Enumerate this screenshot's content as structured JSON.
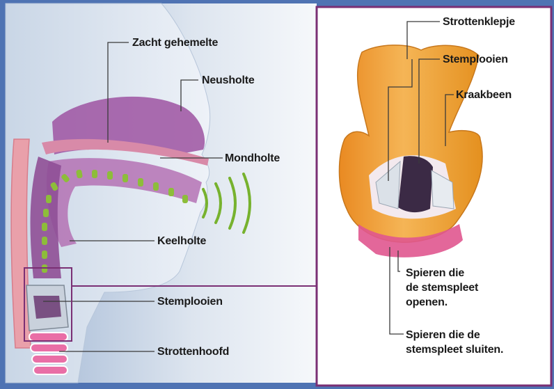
{
  "colors": {
    "frame": "#4f73b3",
    "connector": "#7a2f74",
    "tissue_purple": "#a25aa6",
    "cartilage_orange": "#f0a641",
    "sound_waves": "#77b22e",
    "vocal_tract_dots": "#8dbd3a"
  },
  "icons": [
    "head-cross-section-illustration",
    "larynx-cartilage-illustration",
    "sound-wave-icon"
  ],
  "head_panel": {
    "labels": {
      "soft_palate": "Zacht gehemelte",
      "nasal_cavity": "Neusholte",
      "oral_cavity": "Mondholte",
      "pharynx": "Keelholte",
      "vocal_folds": "Stemplooien",
      "larynx": "Strottenhoofd"
    }
  },
  "larynx_panel": {
    "labels": {
      "epiglottis": "Strottenklepje",
      "vocal_folds": "Stemplooien",
      "cartilage": "Kraakbeen",
      "open_muscles": "Spieren die\nde stemspleet\nopenen.",
      "close_muscles": "Spieren die de\nstemspleet sluiten."
    }
  }
}
